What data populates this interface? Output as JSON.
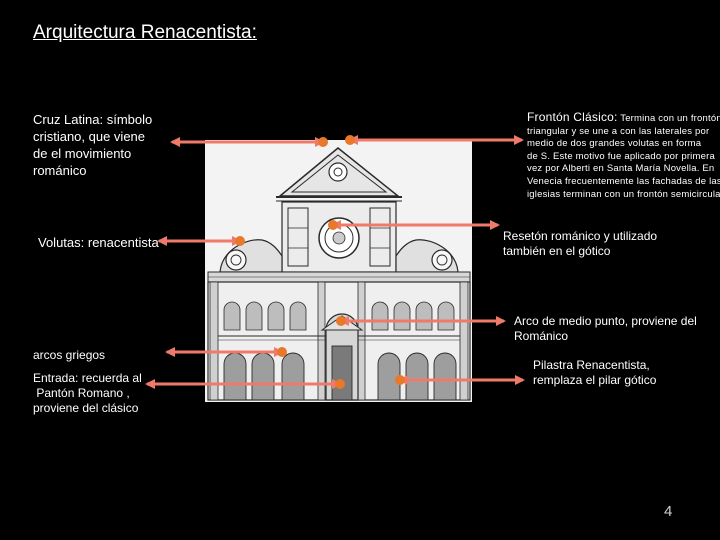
{
  "slide": {
    "title": "Arquitectura Renacentista:",
    "page_number": "4"
  },
  "labels": {
    "cruz_latina": [
      "Cruz Latina: símbolo",
      "cristiano, que viene",
      "de el movimiento",
      "románico"
    ],
    "volutas": "Volutas: renacentista",
    "arcos_griegos": "arcos griegos",
    "entrada": [
      "Entrada: recuerda al",
      " Pantón Romano ,",
      "proviene del clásico"
    ],
    "fronton_lead": "Frontón Clásico:",
    "fronton_lines": [
      " Termina con un frontón",
      "triangular y se une a con las laterales por",
      "medio de dos grandes volutas en forma",
      "de S. Este motivo fue aplicado por primera",
      "vez por Alberti en Santa María Novella. En",
      "Venecia frecuentemente las fachadas de las",
      "iglesias terminan con un frontón semicircular."
    ],
    "reseton": [
      "Resetón románico y utilizado",
      "también en el gótico"
    ],
    "arco_medio": [
      "Arco de medio punto, proviene del",
      "Románico"
    ],
    "pilastra": [
      "Pilastra Renacentista,",
      "remplaza el pilar gótico"
    ]
  },
  "colors": {
    "background": "#000000",
    "text": "#ffffff",
    "arrow": "#f07a6a",
    "dot": "#e8782a",
    "drawing_bg": "#f3f3f3",
    "drawing_line": "#2a2a2a"
  }
}
